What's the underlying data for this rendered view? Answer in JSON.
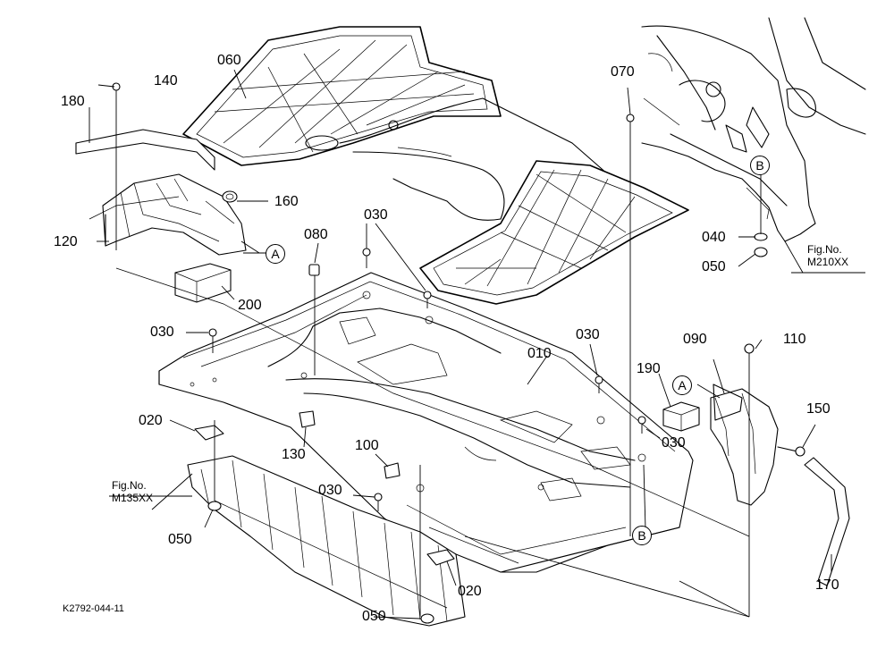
{
  "figure_code": "K2792-044-11",
  "part_labels": [
    "060",
    "140",
    "180",
    "160",
    "120",
    "200",
    "070",
    "080",
    "030",
    "030",
    "030",
    "030",
    "030",
    "030",
    "010",
    "020",
    "130",
    "100",
    "020",
    "050",
    "050",
    "040",
    "050",
    "090",
    "110",
    "190",
    "150",
    "170"
  ],
  "ref_markers": [
    "A",
    "A",
    "B",
    "B"
  ],
  "fig_refs": [
    {
      "line1": "Fig.No.",
      "line2": "M210XX"
    },
    {
      "line1": "Fig.No.",
      "line2": "M135XX"
    }
  ]
}
